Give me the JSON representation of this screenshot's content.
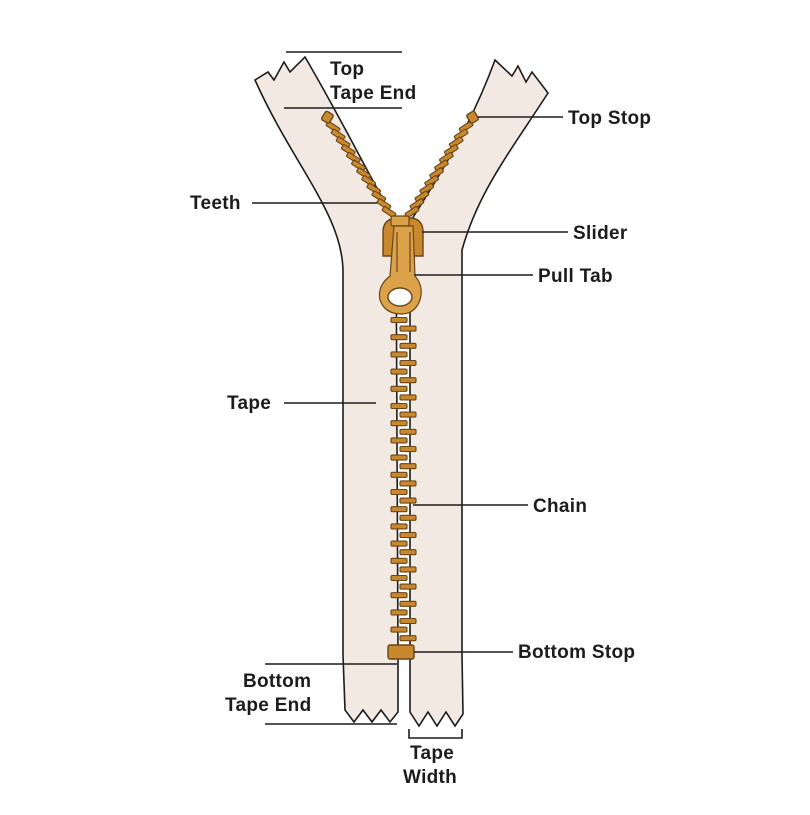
{
  "labels": {
    "top_tape_end_line1": "Top",
    "top_tape_end_line2": "Tape End",
    "top_stop": "Top Stop",
    "teeth": "Teeth",
    "slider": "Slider",
    "pull_tab": "Pull Tab",
    "tape": "Tape",
    "chain": "Chain",
    "bottom_stop": "Bottom Stop",
    "bottom_tape_end_line1": "Bottom",
    "bottom_tape_end_line2": "Tape End",
    "tape_width_line1": "Tape",
    "tape_width_line2": "Width"
  },
  "colors": {
    "tape": "#f2e9e2",
    "metal": "#c8892e",
    "outline": "#1c1c1c"
  }
}
